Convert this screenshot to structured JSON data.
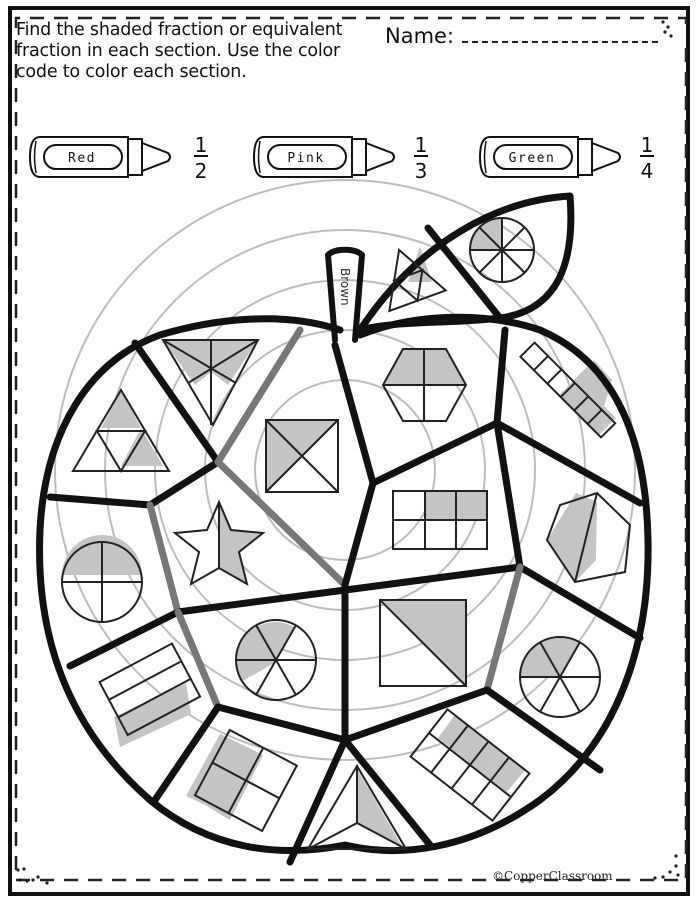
{
  "worksheet": {
    "instructions": "Find the shaded fraction or equivalent fraction in each section.  Use the color code to color each section.",
    "name_label": "Name:",
    "name_field_value": "",
    "copyright": "©CopperClassroom"
  },
  "color_code": [
    {
      "label": "Red",
      "numerator": "1",
      "denominator": "2"
    },
    {
      "label": "Pink",
      "numerator": "1",
      "denominator": "3"
    },
    {
      "label": "Green",
      "numerator": "1",
      "denominator": "4"
    }
  ],
  "stem": {
    "label": "Brown"
  },
  "sections": [
    {
      "id": "leaf-triangle",
      "shape": "triangle split in 4",
      "shaded": "1/4"
    },
    {
      "id": "leaf-circle",
      "shape": "circle split in 8",
      "shaded": "2/8"
    },
    {
      "id": "top-left-triangle",
      "shape": "triangle split in 4",
      "shaded": "2/4"
    },
    {
      "id": "inverted-triangle",
      "shape": "inverted triangle split in 6",
      "shaded": "2/6"
    },
    {
      "id": "square-x",
      "shape": "square with diagonals",
      "shaded": "2/4"
    },
    {
      "id": "hexagon",
      "shape": "hexagon split in 4",
      "shaded": "2/4"
    },
    {
      "id": "strip",
      "shape": "strip of 6 squares",
      "shaded": "3/6"
    },
    {
      "id": "circle-quarters",
      "shape": "circle split in 4",
      "shaded": "2/4"
    },
    {
      "id": "star",
      "shape": "star split in 2",
      "shaded": "1/2"
    },
    {
      "id": "grid-2x3",
      "shape": "rectangle split in 6",
      "shaded": "2/6"
    },
    {
      "id": "hexagon-split",
      "shape": "hexagon split in 2",
      "shaded": "1/2"
    },
    {
      "id": "circle-sixths-center",
      "shape": "circle split in 6",
      "shaded": "3/6"
    },
    {
      "id": "square-diagonal",
      "shape": "square split diagonally",
      "shaded": "1/2"
    },
    {
      "id": "circle-sixths-right",
      "shape": "circle split in 6",
      "shaded": "2/6"
    },
    {
      "id": "rect-thirds",
      "shape": "rectangle split in 3",
      "shaded": "1/3"
    },
    {
      "id": "rect-quarters",
      "shape": "rectangle split in 4",
      "shaded": "2/4"
    },
    {
      "id": "triangle-thirds",
      "shape": "triangle split in 3",
      "shaded": "1/3"
    },
    {
      "id": "grid-2x4",
      "shape": "rectangle split in 8",
      "shaded": "3/8"
    }
  ],
  "colors": {
    "ink": "#111111",
    "shade": "#c4c4c4",
    "guide": "#bdbdbd",
    "gray_line": "#777777"
  }
}
